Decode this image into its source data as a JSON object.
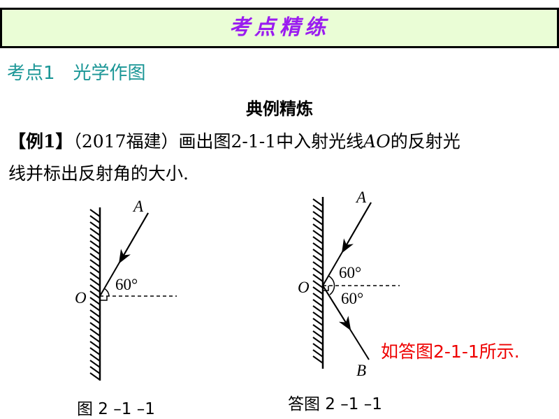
{
  "header": {
    "title": "考点精练"
  },
  "section": {
    "title": "考点1　光学作图"
  },
  "subtitle": "典例精炼",
  "question": {
    "tag": "【例1】",
    "source": "（2017福建）",
    "text_a": "画出图2-1-1中入射光线",
    "ray": "AO",
    "text_b": "的反射光",
    "line2": "线并标出反射角的大小."
  },
  "answer": "如答图2-1-1所示.",
  "figure1": {
    "caption": "图 2 –1 –1",
    "point_a": "A",
    "point_o": "O",
    "angle": "60°"
  },
  "figure2": {
    "caption": "答图 2 –1 –1",
    "point_a": "A",
    "point_o": "O",
    "point_b": "B",
    "angle_in": "60°",
    "angle_out": "60°"
  }
}
